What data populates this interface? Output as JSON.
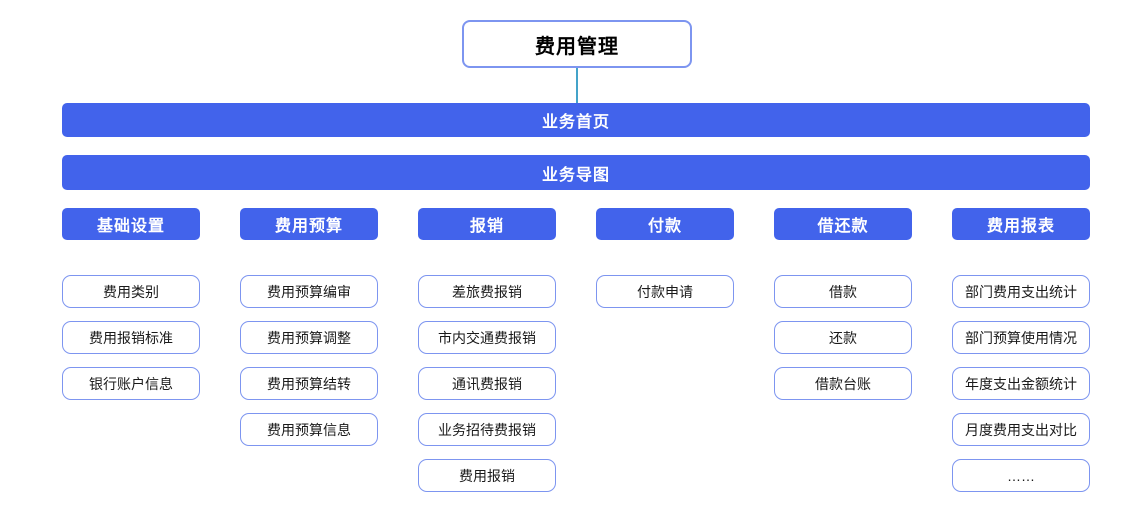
{
  "root_title": "费用管理",
  "bars": [
    {
      "label": "业务首页"
    },
    {
      "label": "业务导图"
    }
  ],
  "columns": [
    {
      "header": "基础设置",
      "items": [
        "费用类别",
        "费用报销标准",
        "银行账户信息"
      ]
    },
    {
      "header": "费用预算",
      "items": [
        "费用预算编审",
        "费用预算调整",
        "费用预算结转",
        "费用预算信息"
      ]
    },
    {
      "header": "报销",
      "items": [
        "差旅费报销",
        "市内交通费报销",
        "通讯费报销",
        "业务招待费报销",
        "费用报销"
      ]
    },
    {
      "header": "付款",
      "items": [
        "付款申请"
      ]
    },
    {
      "header": "借还款",
      "items": [
        "借款",
        "还款",
        "借款台账"
      ]
    },
    {
      "header": "费用报表",
      "items": [
        "部门费用支出统计",
        "部门预算使用情况",
        "年度支出金额统计",
        "月度费用支出对比",
        "……"
      ]
    }
  ],
  "colors": {
    "primary_blue": "#4263EB",
    "item_border": "#7D95F0",
    "connector_teal": "#44A3C9",
    "text_dark": "#1A1A1A",
    "text_light": "#FFFFFF"
  }
}
